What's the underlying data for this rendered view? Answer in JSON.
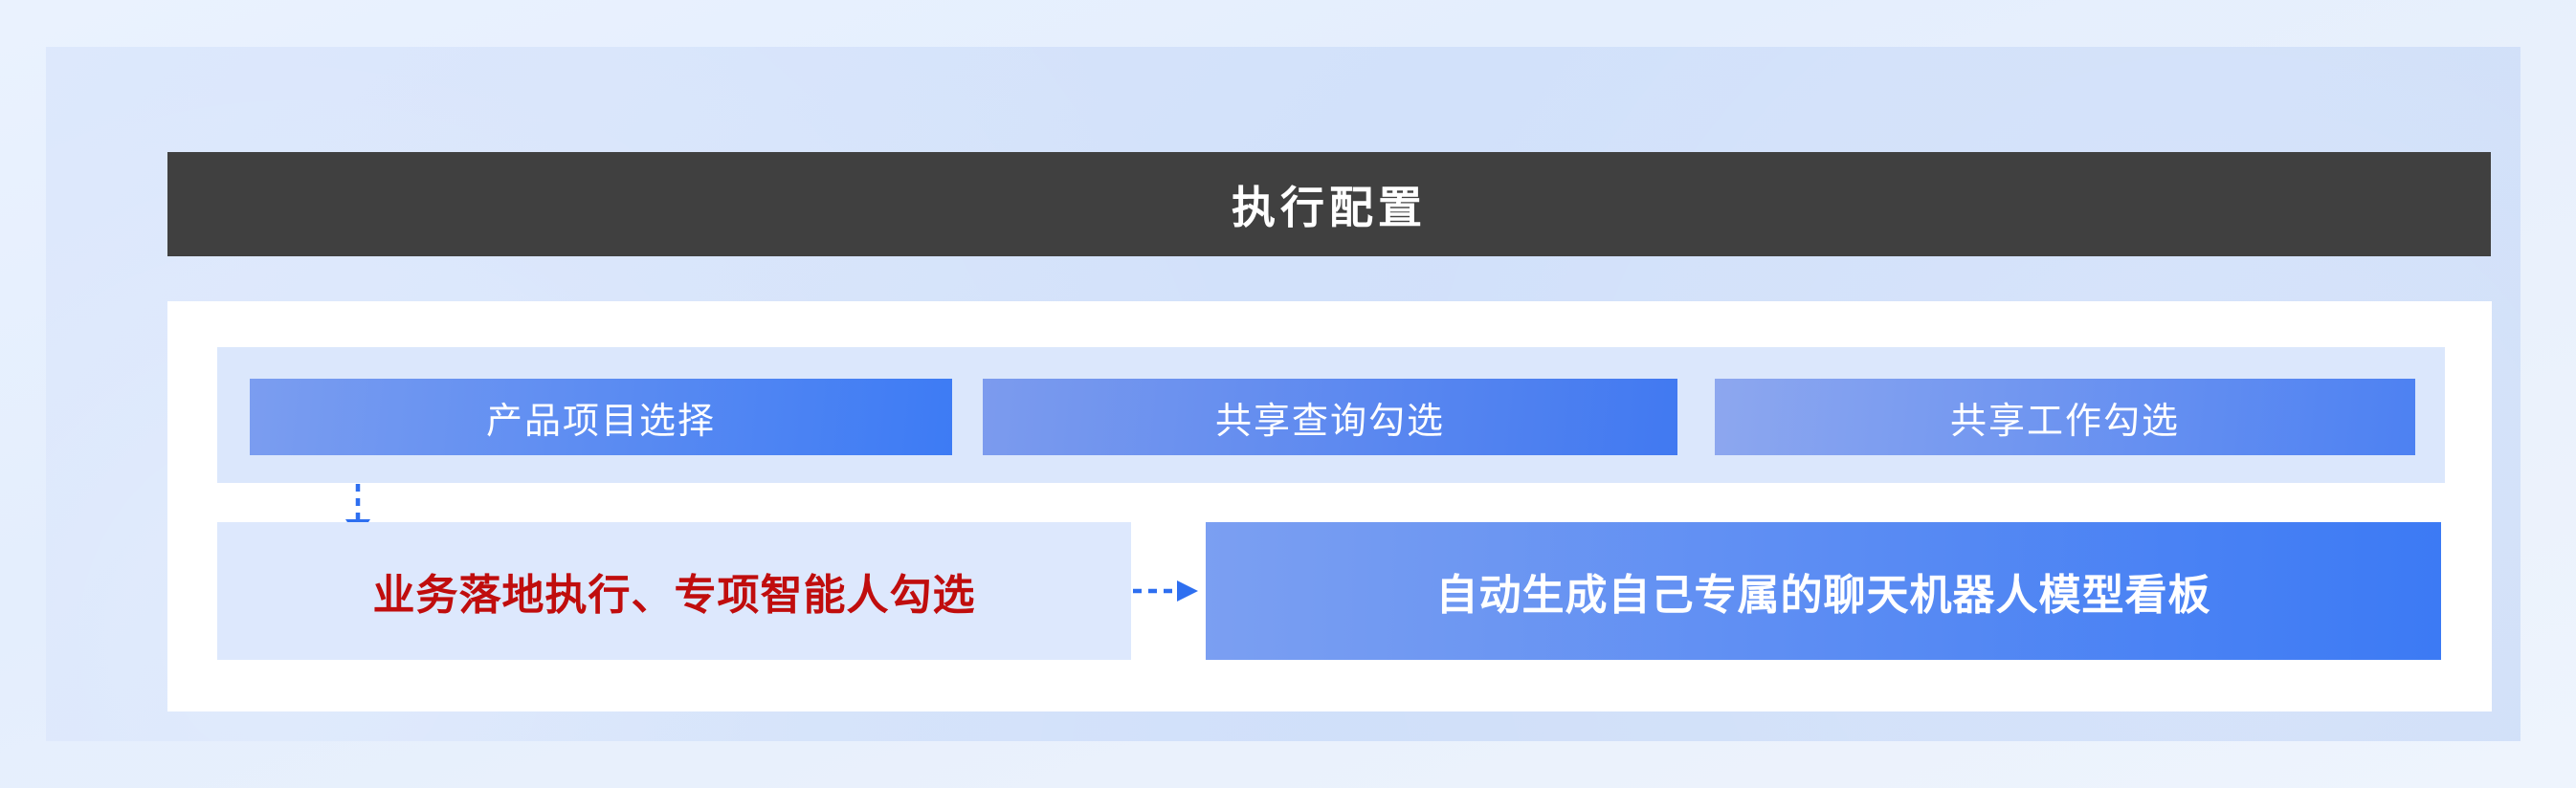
{
  "header": {
    "title": "执行配置"
  },
  "steps": [
    {
      "label": "产品项目选择"
    },
    {
      "label": "共享查询勾选"
    },
    {
      "label": "共享工作勾选"
    }
  ],
  "flow": {
    "selection_box_label": "业务落地执行、专项智能人勾选",
    "output_box_label": "自动生成自己专属的聊天机器人模型看板"
  },
  "icons": {
    "down_arrow": "dashed-down-arrow",
    "right_arrow": "dashed-right-arrow"
  },
  "colors": {
    "title_bar_bg": "#404040",
    "title_text": "#ffffff",
    "panel_light_blue": "#dbe7fc",
    "content_panel_bg": "#ffffff",
    "outer_panel_bg": "#d2e1fa",
    "step_gradient_start": "#7b9df0",
    "step_gradient_end": "#3d7bf4",
    "output_gradient_start": "#7b9ff2",
    "output_gradient_end": "#3c7af4",
    "highlight_red_text": "#c00d0d",
    "arrow_blue": "#2e6ff0"
  }
}
